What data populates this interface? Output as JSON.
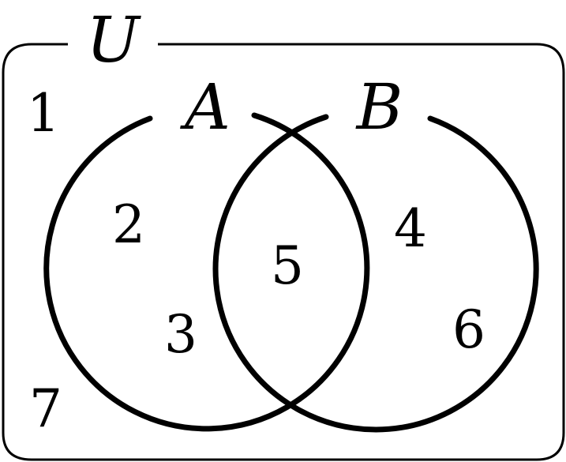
{
  "universe": {
    "label": "U"
  },
  "sets": [
    {
      "id": "A",
      "label": "A"
    },
    {
      "id": "B",
      "label": "B"
    }
  ],
  "regions": {
    "outside": [
      "1",
      "7"
    ],
    "a_only": [
      "2",
      "3"
    ],
    "a_and_b": [
      "5"
    ],
    "b_only": [
      "4",
      "6"
    ]
  },
  "colors": {
    "stroke": "#000000",
    "background": "#ffffff"
  }
}
